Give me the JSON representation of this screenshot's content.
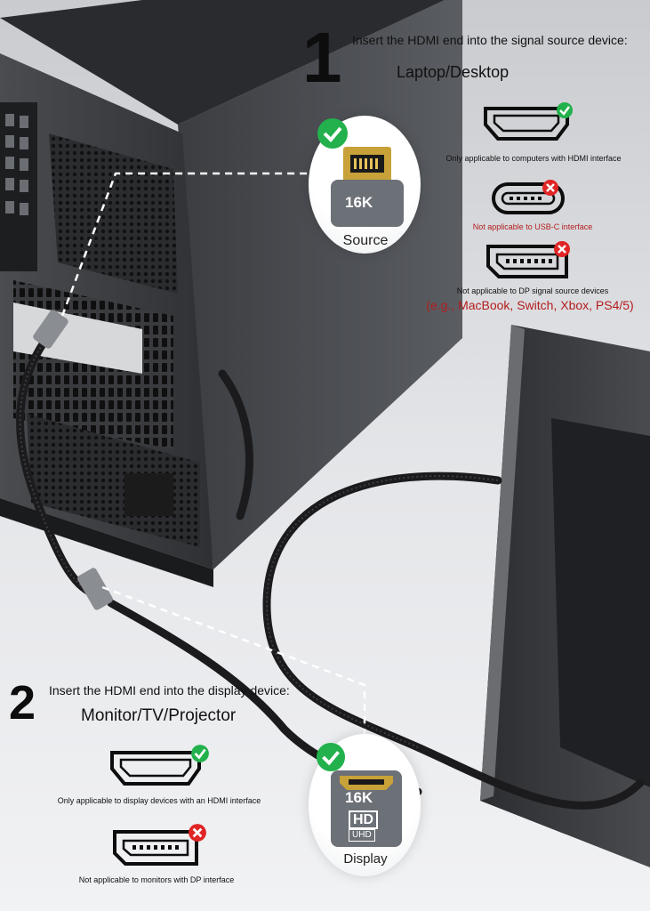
{
  "step1": {
    "number": "1",
    "instruction": "Insert the HDMI end into the signal source device:",
    "device_type": "Laptop/Desktop",
    "items": [
      {
        "icon": "hdmi-port-icon",
        "status": "ok",
        "caption": "Only applicable to computers with HDMI interface"
      },
      {
        "icon": "usb-c-port-icon",
        "status": "no",
        "caption": "Not applicable to USB-C interface"
      },
      {
        "icon": "displayport-port-icon",
        "status": "no",
        "caption": "Not applicable to DP signal source devices",
        "caption2": "(e.g., MacBook, Switch, Xbox, PS4/5)"
      }
    ],
    "bubble": {
      "chip": "16K",
      "label": "Source"
    }
  },
  "step2": {
    "number": "2",
    "instruction": "Insert the HDMI end into the display device:",
    "device_type": "Monitor/TV/Projector",
    "items": [
      {
        "icon": "hdmi-port-icon",
        "status": "ok",
        "caption": "Only applicable to display devices with an HDMI interface"
      },
      {
        "icon": "displayport-port-icon",
        "status": "no",
        "caption": "Not applicable to monitors with DP interface"
      }
    ],
    "bubble": {
      "chip": "16K",
      "logo_top": "HD",
      "logo_bottom": "UHD",
      "label": "Display"
    }
  },
  "colors": {
    "ok": "#22b14c",
    "no": "#e02424",
    "caption_red": "#b31d1d"
  }
}
